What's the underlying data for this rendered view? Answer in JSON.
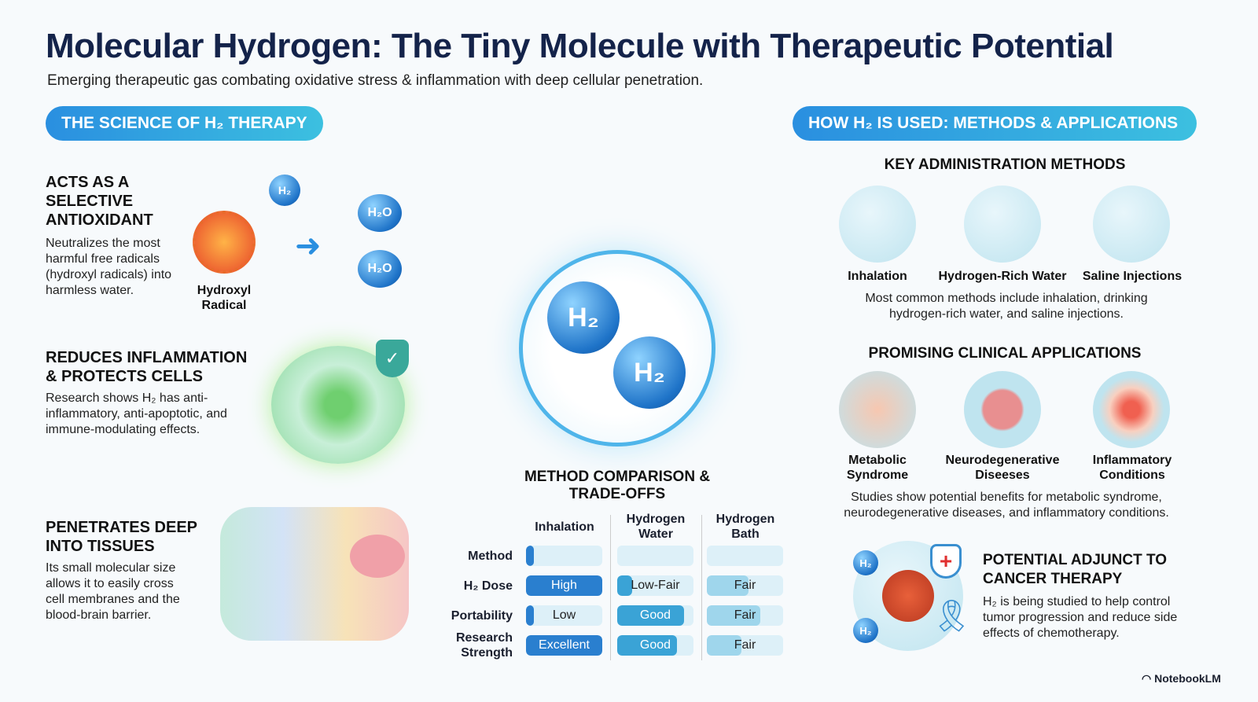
{
  "title": "Molecular Hydrogen: The Tiny Molecule with Therapeutic Potential",
  "subtitle": "Emerging therapeutic gas combating oxidative stress & inflammation with deep cellular penetration.",
  "left_pill": "THE SCIENCE OF H₂ THERAPY",
  "right_pill": "HOW H₂ IS USED: METHODS & APPLICATIONS",
  "science": [
    {
      "heading": "ACTS AS A SELECTIVE ANTIOXIDANT",
      "text": "Neutralizes the most harmful free radicals (hydroxyl radicals) into harmless water.",
      "label": "Hydroxyl Radical"
    },
    {
      "heading": "REDUCES INFLAMMATION & PROTECTS CELLS",
      "text": "Research shows H₂ has anti-inflammatory, anti-apoptotic, and immune-modulating effects."
    },
    {
      "heading": "PENETRATES DEEP INTO TISSUES",
      "text": "Its small molecular size allows it to easily cross cell membranes and the blood-brain barrier."
    }
  ],
  "molecule": {
    "h2": "H₂",
    "h2o": "H₂O"
  },
  "comparison": {
    "title": "METHOD COMPARISON & TRADE-OFFS",
    "columns": [
      "Inhalation",
      "Hydrogen Water",
      "Hydrogen Bath"
    ],
    "rows": [
      {
        "label": "Method",
        "cells": [
          {
            "text": "",
            "level": 0.05
          },
          {
            "text": "",
            "level": 0
          },
          {
            "text": "",
            "level": 0
          }
        ]
      },
      {
        "label": "H₂ Dose",
        "cells": [
          {
            "text": "High",
            "level": 1
          },
          {
            "text": "Low-Fair",
            "level": 0.2
          },
          {
            "text": "Fair",
            "level": 0.55
          }
        ]
      },
      {
        "label": "Portability",
        "cells": [
          {
            "text": "Low",
            "level": 0.05
          },
          {
            "text": "Good",
            "level": 0.88
          },
          {
            "text": "Fair",
            "level": 0.7
          }
        ]
      },
      {
        "label": "Research Strength",
        "cells": [
          {
            "text": "Excellent",
            "level": 1
          },
          {
            "text": "Good",
            "level": 0.78
          },
          {
            "text": "Fair",
            "level": 0.45
          }
        ]
      }
    ]
  },
  "methods": {
    "heading": "KEY ADMINISTRATION METHODS",
    "items": [
      "Inhalation",
      "Hydrogen-Rich Water",
      "Saline Injections"
    ],
    "text": "Most common methods include inhalation, drinking hydrogen-rich water, and saline injections."
  },
  "applications": {
    "heading": "PROMISING CLINICAL APPLICATIONS",
    "items": [
      "Metabolic Syndrome",
      "Neurodegenerative Diseeses",
      "Inflammatory Conditions"
    ],
    "text": "Studies show potential benefits for metabolic syndrome, neurodegenerative diseases, and inflammatory conditions."
  },
  "cancer": {
    "heading": "POTENTIAL ADJUNCT TO CANCER THERAPY",
    "text": "H₂ is being studied to help control tumor progression and reduce side effects of chemotherapy."
  },
  "brand": "NotebookLM",
  "colors": {
    "navy": "#14234a",
    "accent": "#2a8fe0",
    "bar_strong": "#2a7fcf",
    "bar_mid": "#3aa3d6",
    "bar_light": "#9fd6ec"
  }
}
